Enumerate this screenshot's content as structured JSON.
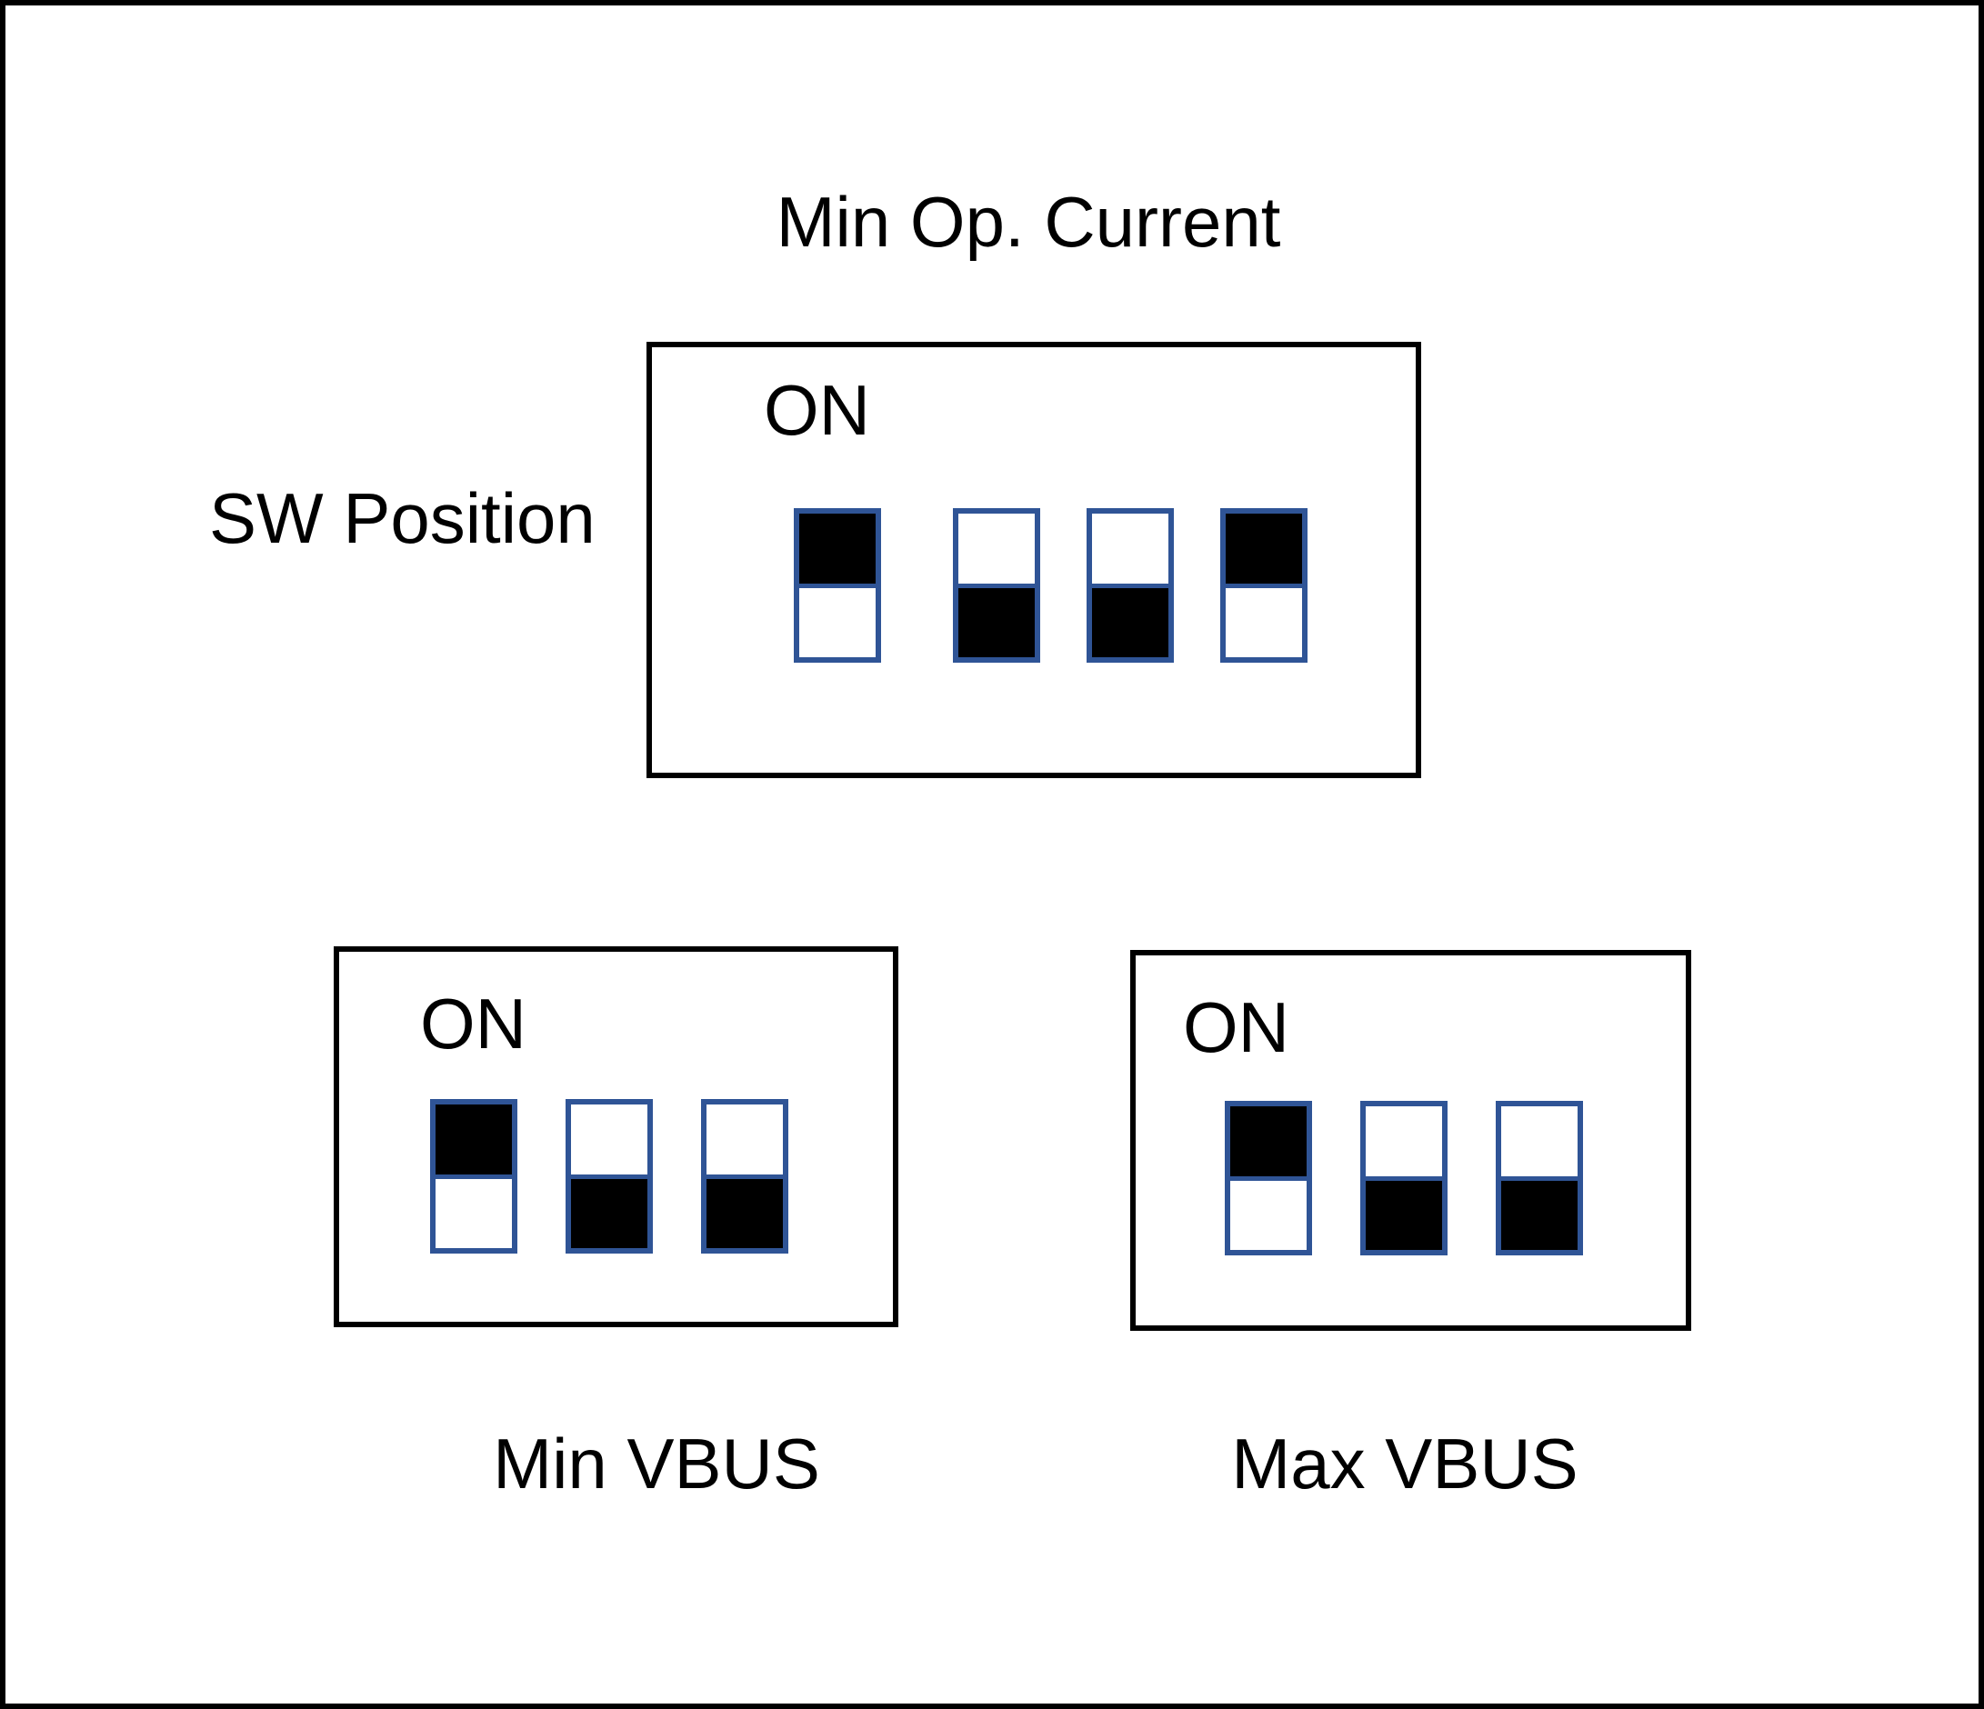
{
  "page": {
    "background": "#FFFFFF",
    "frame_border_color": "#000000"
  },
  "labels": {
    "title": "Min Op. Current",
    "side": "SW Position",
    "min_vbus": "Min VBUS",
    "max_vbus": "Max VBUS"
  },
  "switch_style": {
    "border_color": "#2F5496",
    "on_fill": "#000000",
    "off_fill": "#FFFFFF"
  },
  "panels": {
    "main": {
      "name": "min-op-current",
      "on_label": "ON",
      "switches": [
        "on",
        "off",
        "off",
        "on"
      ]
    },
    "min_vbus": {
      "name": "min-vbus",
      "on_label": "ON",
      "switches": [
        "on",
        "off",
        "off"
      ]
    },
    "max_vbus": {
      "name": "max-vbus",
      "on_label": "ON",
      "switches": [
        "on",
        "off",
        "off"
      ]
    }
  }
}
